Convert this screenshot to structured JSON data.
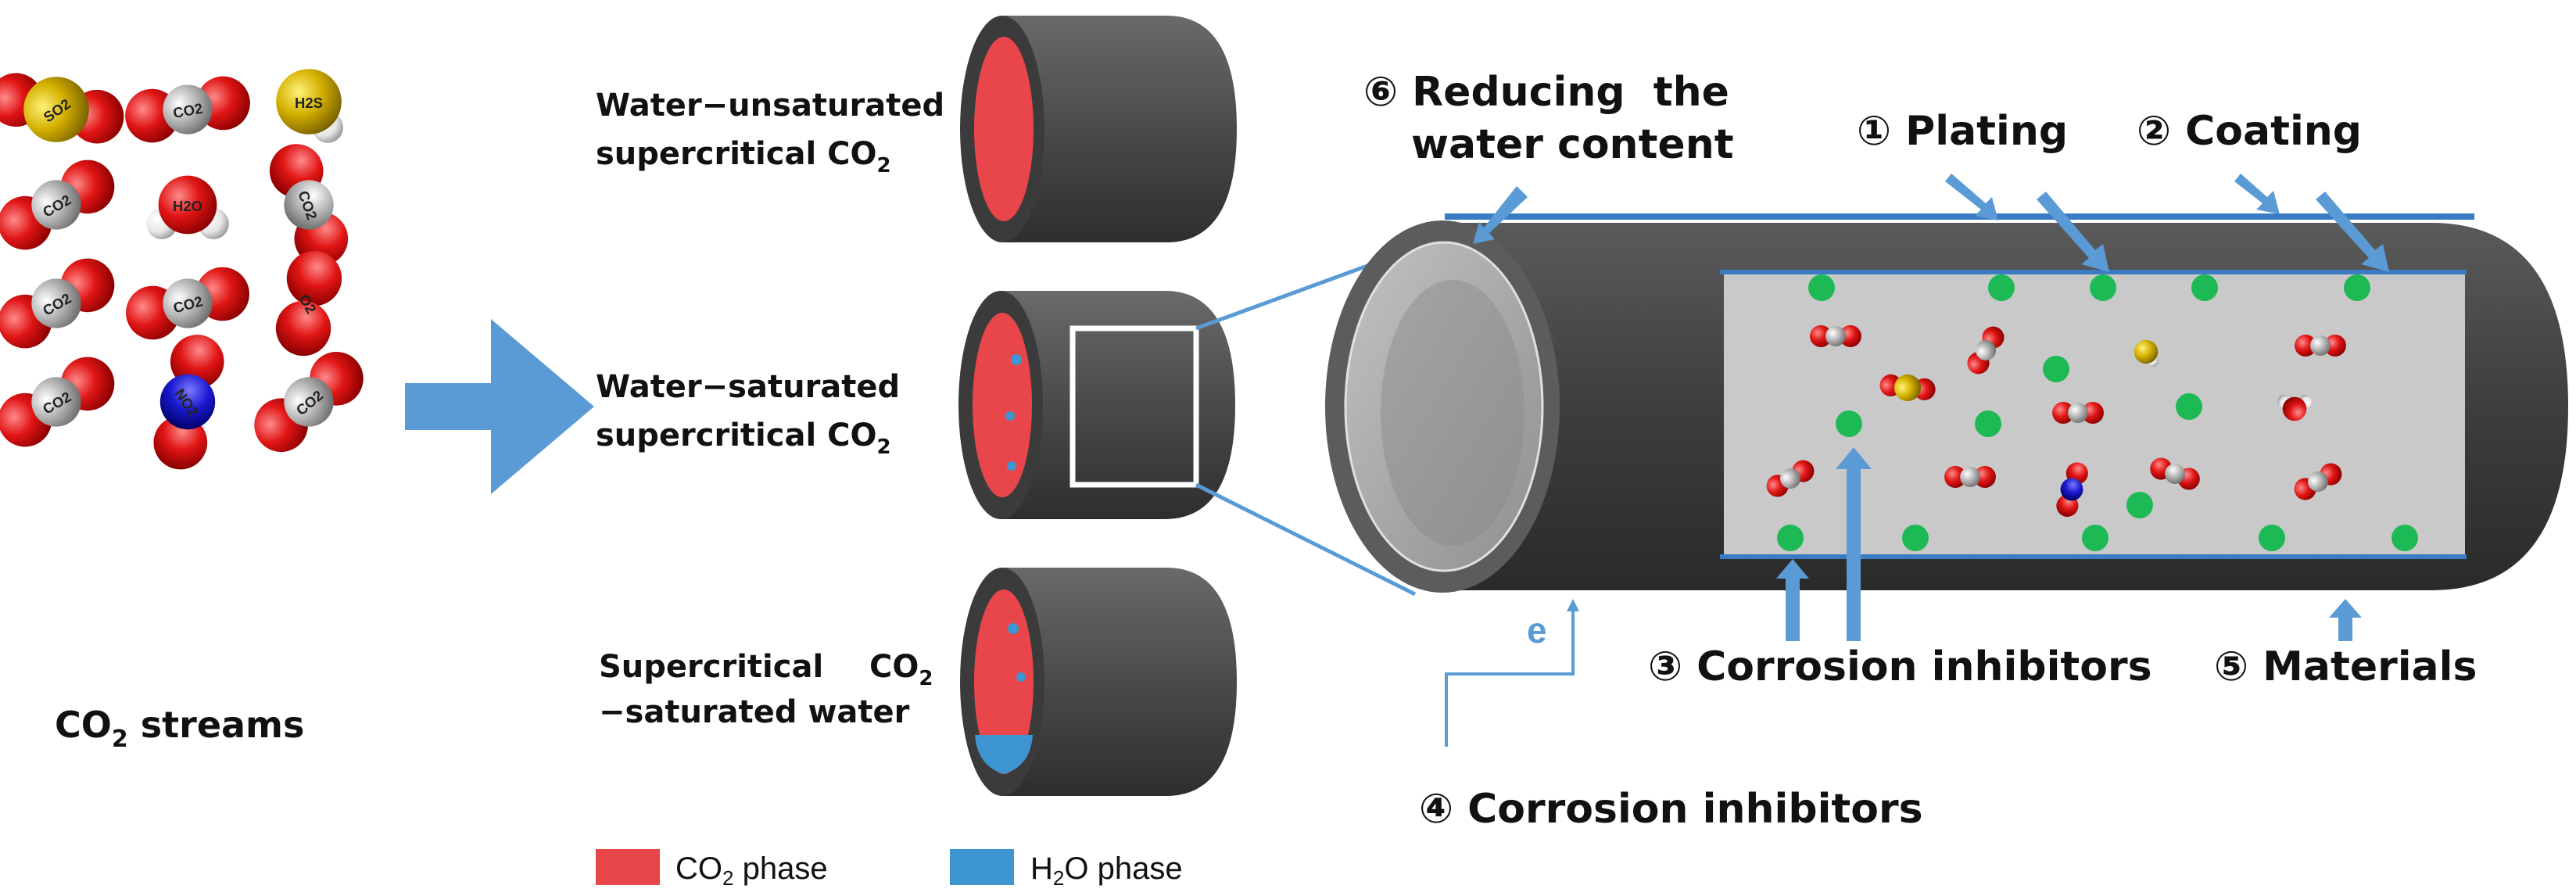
{
  "streams": {
    "label_main": "CO",
    "label_sub": "2",
    "label_rest": " streams",
    "molecules": [
      "SO2",
      "CO2",
      "H2S",
      "CO2",
      "H2O",
      "CO2",
      "CO2",
      "CO2",
      "O2",
      "CO2",
      "NO2",
      "CO2"
    ]
  },
  "phases": {
    "unsaturated": {
      "line1": "Water−unsaturated",
      "line2": "supercritical CO",
      "line2_sub": "2"
    },
    "saturated": {
      "line1": "Water−saturated",
      "line2": "supercritical CO",
      "line2_sub": "2"
    },
    "water": {
      "line1a": "Supercritical",
      "line1b": "CO",
      "line1b_sub": "2",
      "line2": "−saturated water"
    }
  },
  "legend": {
    "co2": {
      "main": "CO",
      "sub": "2",
      "rest": " phase",
      "color": "#e8464b"
    },
    "h2o": {
      "main": "H",
      "sub": "2",
      "rest": "O phase",
      "color": "#3d96d1"
    }
  },
  "strategies": {
    "s6_line1": "⑥ Reducing  the",
    "s6_line2": "water content",
    "s1": "① Plating",
    "s2": "② Coating",
    "s3": "③ Corrosion inhibitors",
    "s4": "④ Corrosion inhibitors",
    "s5": "⑤ Materials",
    "electron": "e"
  },
  "colors": {
    "arrow": "#5b9bd5",
    "pipe": "#4a4a4a",
    "inner": "#c9c9c9",
    "inhibitor": "#1db954"
  }
}
